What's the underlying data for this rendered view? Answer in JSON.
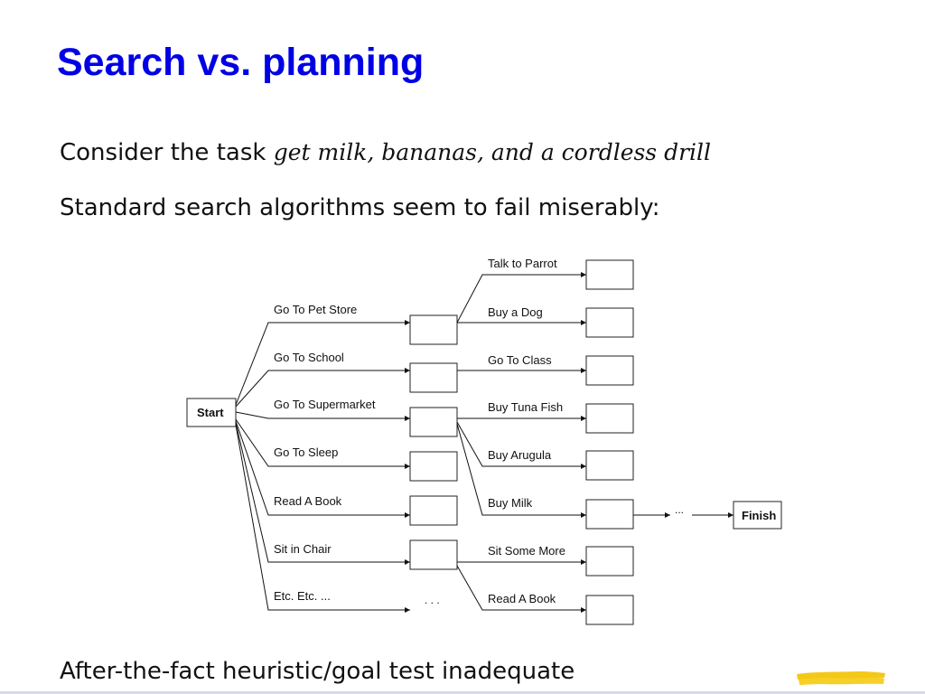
{
  "slide": {
    "title": "Search vs. planning",
    "task_prefix": "Consider the task ",
    "task_italic": "get milk, bananas, and a cordless drill",
    "search_line": "Standard search algorithms seem to fail miserably:",
    "bottom_line": "After-the-fact heuristic/goal test inadequate"
  },
  "diagram": {
    "start_label": "Start",
    "finish_label": "Finish",
    "first_level_actions": [
      "Go To Pet Store",
      "Go To School",
      "Go To Supermarket",
      "Go To Sleep",
      "Read A Book",
      "Sit in Chair",
      "Etc. Etc. ..."
    ],
    "second_level_actions": [
      "Talk to Parrot",
      "Buy a Dog",
      "Go To Class",
      "Buy Tuna Fish",
      "Buy Arugula",
      "Buy Milk",
      "Sit Some More",
      "Read A Book"
    ],
    "ellipsis_middle": ". . .",
    "ellipsis_finish": "..."
  },
  "colors": {
    "title": "#0000e6",
    "text": "#111111",
    "highlight": "#f2c200"
  }
}
